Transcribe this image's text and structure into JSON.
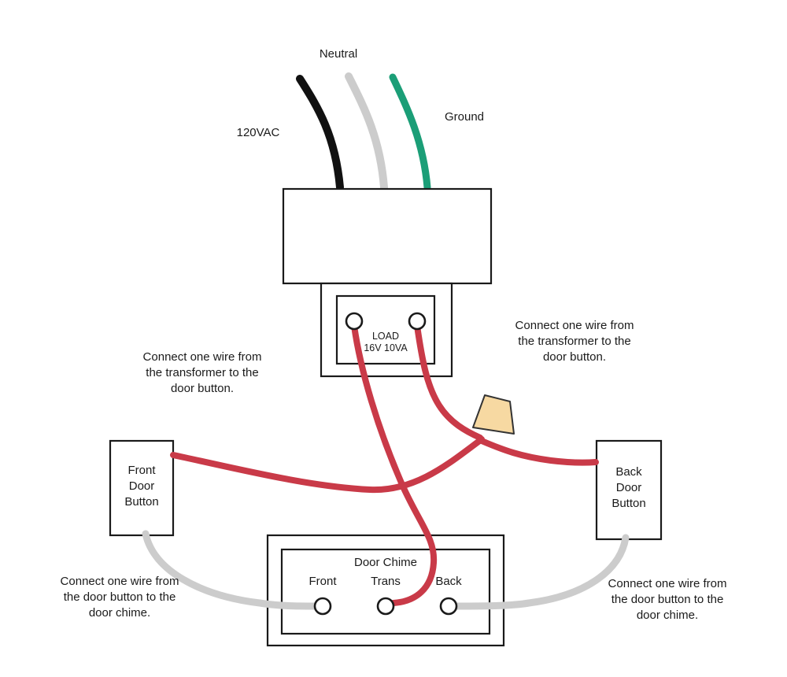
{
  "diagram": {
    "supply_labels": {
      "hot": "120VAC",
      "neutral": "Neutral",
      "ground": "Ground"
    },
    "transformer": {
      "load": "LOAD",
      "rating": "16V 10VA"
    },
    "front_door_button": {
      "lines": [
        "Front",
        "Door",
        "Button"
      ]
    },
    "back_door_button": {
      "lines": [
        "Back",
        "Door",
        "Button"
      ]
    },
    "door_chime": {
      "title": "Door Chime",
      "terminals": {
        "front": "Front",
        "trans": "Trans",
        "back": "Back"
      }
    },
    "annotations": {
      "transformer_to_button_left": {
        "lines": [
          "Connect one wire from",
          "the transformer to the",
          "door button."
        ]
      },
      "transformer_to_button_right": {
        "lines": [
          "Connect one wire from",
          "the transformer to the",
          "door button."
        ]
      },
      "button_to_chime_left": {
        "lines": [
          "Connect one wire from",
          "the door button to the",
          "door chime."
        ]
      },
      "button_to_chime_right": {
        "lines": [
          "Connect one wire from",
          "the door button to the",
          "door chime."
        ]
      }
    },
    "colors": {
      "hot_wire": "#111111",
      "neutral_wire": "#cccccc",
      "ground_wire": "#1b9e77",
      "low_voltage_wire": "#c93a48",
      "button_wire": "#cccccc",
      "wire_nut_fill": "#f7d9a2"
    }
  }
}
